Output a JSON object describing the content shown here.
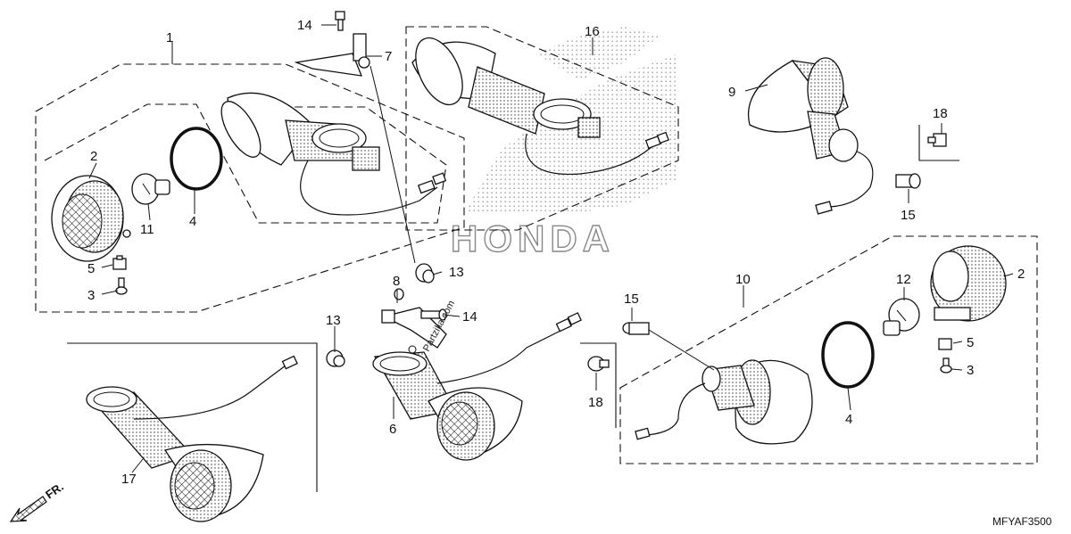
{
  "diagram": {
    "callouts": [
      "1",
      "2",
      "3",
      "4",
      "5",
      "6",
      "7",
      "8",
      "9",
      "10",
      "11",
      "12",
      "13",
      "14",
      "15",
      "16",
      "17",
      "18"
    ],
    "brand_watermark": "HONDA",
    "site_watermark": "Partzilla.com",
    "direction_label": "FR.",
    "drawing_code": "MFYAF3500"
  }
}
